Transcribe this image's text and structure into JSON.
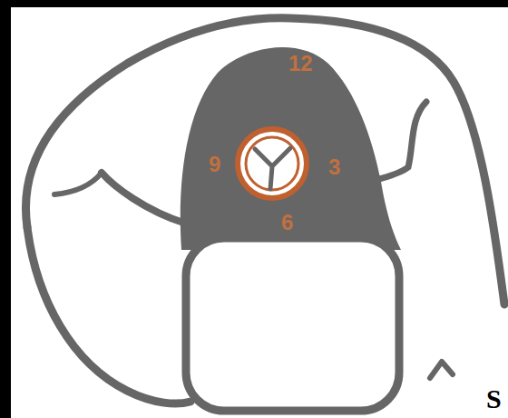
{
  "diagram": {
    "labels": [
      "12",
      "9",
      "3",
      "6",
      "S"
    ]
  }
}
